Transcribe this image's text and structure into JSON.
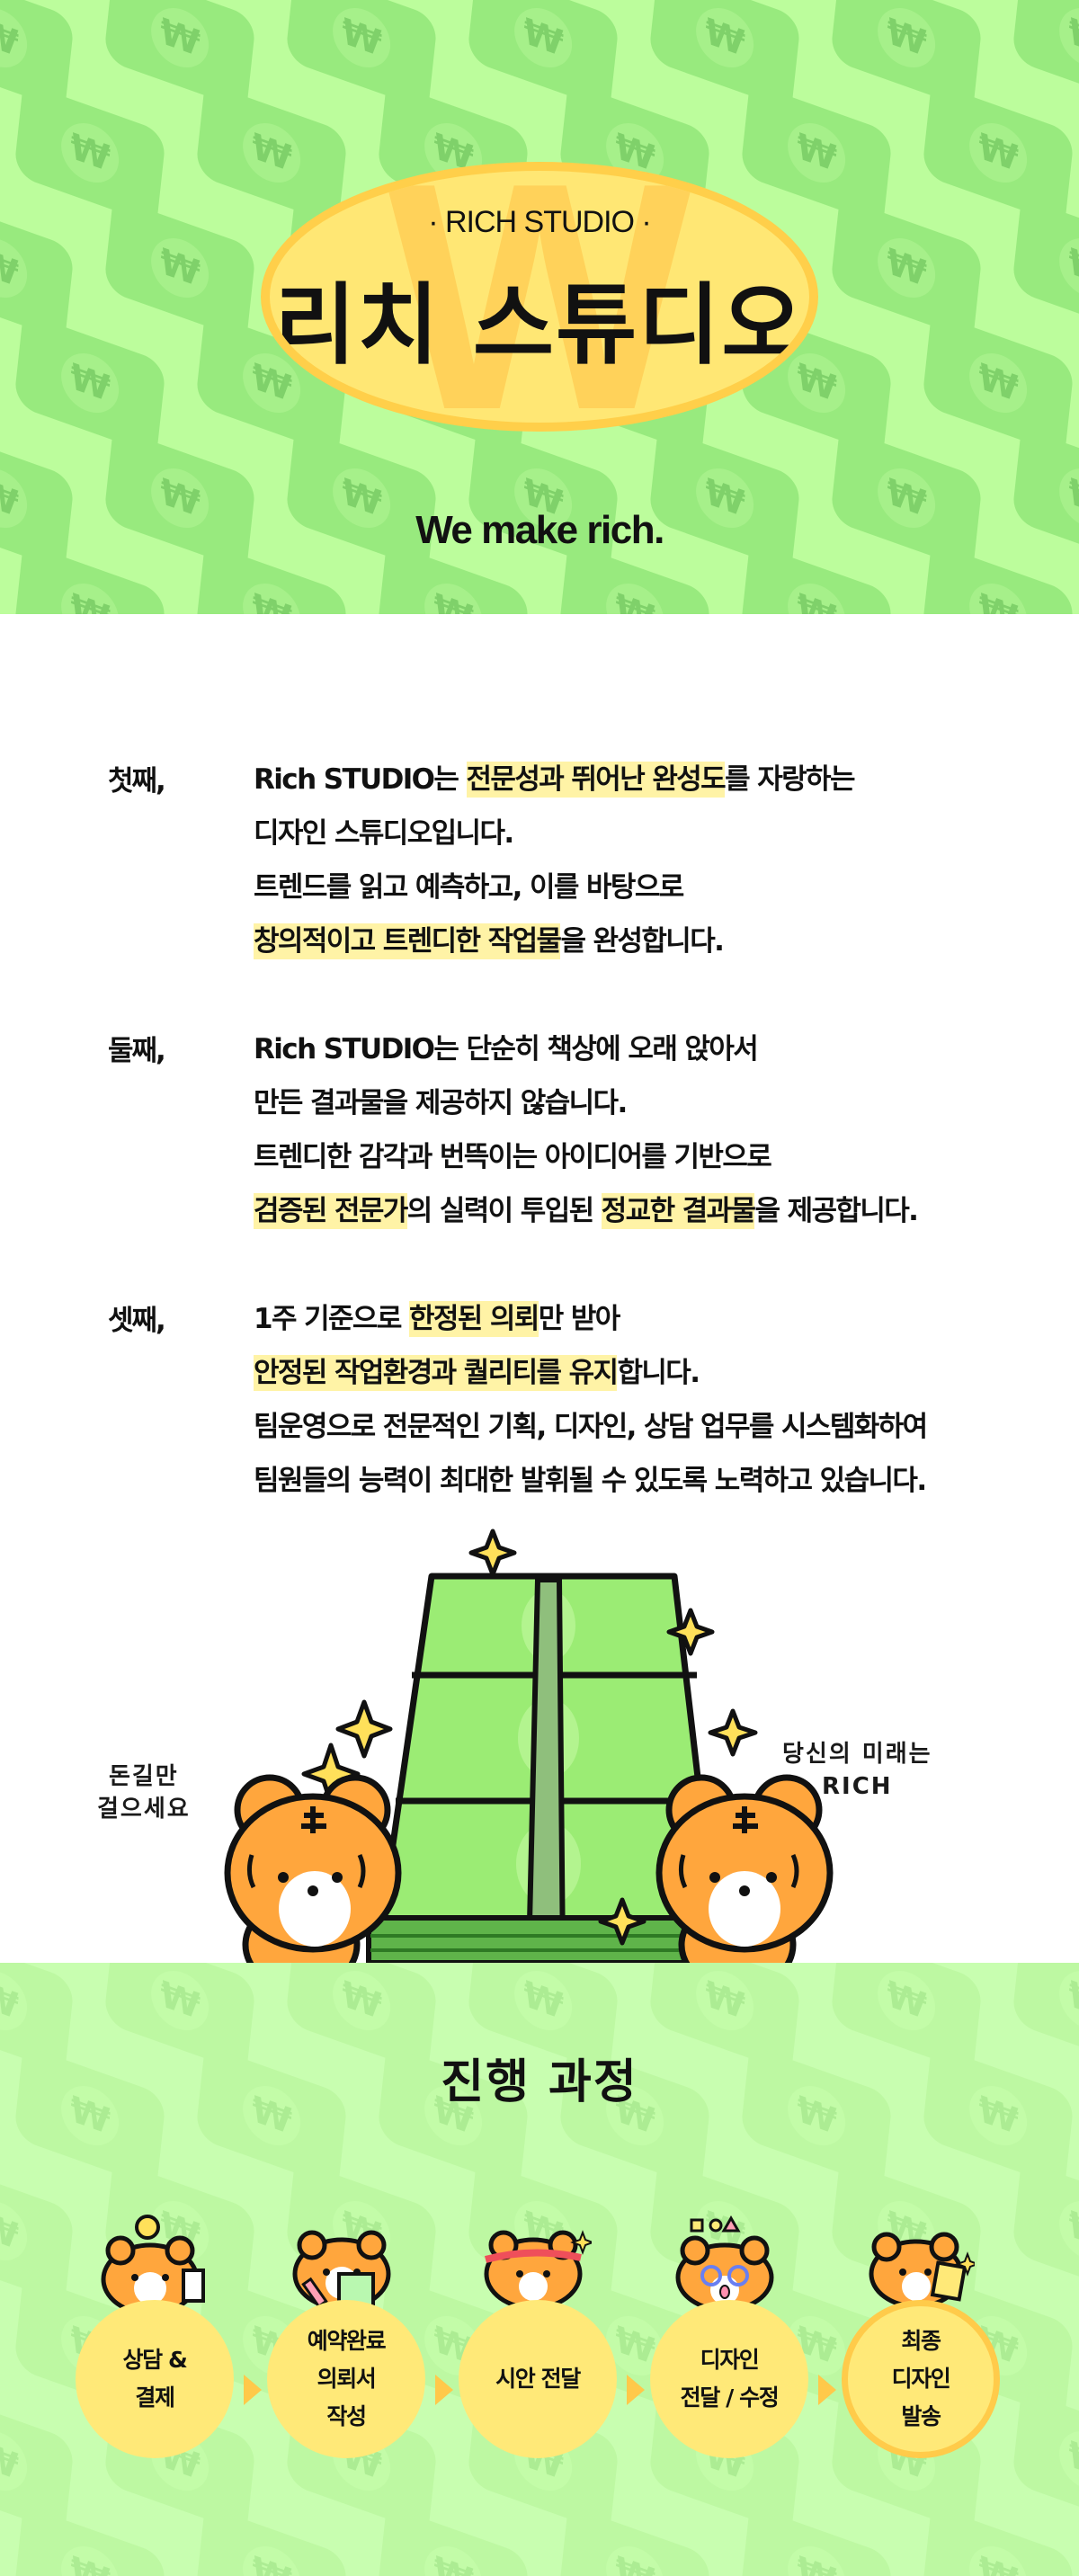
{
  "hero": {
    "brand_sub": "· RICH STUDIO ·",
    "brand_title": "리치 스튜디오",
    "watermark_glyph": "W",
    "tagline": "We make rich.",
    "bill_glyph": "₩",
    "colors": {
      "background": "#bcfd9c",
      "bill": "#98ea7e",
      "oval": "#ffe774",
      "oval_border": "#ffcf4a"
    }
  },
  "intro": {
    "points": [
      {
        "label": "첫째,",
        "lines": [
          [
            {
              "t": "Rich STUDIO는 "
            },
            {
              "t": "전문성과 뛰어난 완성도",
              "hl": true
            },
            {
              "t": "를 자랑하는"
            }
          ],
          [
            {
              "t": "디자인 스튜디오입니다."
            }
          ],
          [
            {
              "t": "트렌드를 읽고 예측하고, 이를 바탕으로"
            }
          ],
          [
            {
              "t": "창의적이고 트렌디한 작업물",
              "hl": true
            },
            {
              "t": "을 완성합니다."
            }
          ]
        ]
      },
      {
        "label": "둘째,",
        "lines": [
          [
            {
              "t": "Rich STUDIO는 단순히 책상에 오래 앉아서"
            }
          ],
          [
            {
              "t": "만든 결과물을 제공하지 않습니다."
            }
          ],
          [
            {
              "t": "트렌디한 감각과 번뜩이는 아이디어를 기반으로"
            }
          ],
          [
            {
              "t": "검증된 전문가",
              "hl": true
            },
            {
              "t": "의 실력이 투입된 "
            },
            {
              "t": "정교한 결과물",
              "hl": true
            },
            {
              "t": "을 제공합니다."
            }
          ]
        ]
      },
      {
        "label": "셋째,",
        "lines": [
          [
            {
              "t": "1주 기준으로 "
            },
            {
              "t": "한정된 의뢰",
              "hl": true
            },
            {
              "t": "만 받아"
            }
          ],
          [
            {
              "t": "안정된 작업환경과 퀄리티를 유지",
              "hl": true
            },
            {
              "t": "합니다."
            }
          ],
          [
            {
              "t": "팀운영으로 전문적인 기획, 디자인, 상담 업무를 시스템화하여"
            }
          ],
          [
            {
              "t": "팀원들의 능력이 최대한 발휘될 수 있도록 노력하고 있습니다."
            }
          ]
        ]
      }
    ],
    "highlight_color": "#fff3a6",
    "illustration": {
      "note_left": [
        "돈길만",
        "걸으세요"
      ],
      "note_right": [
        "당신의 미래는",
        "RICH"
      ]
    }
  },
  "process": {
    "title": "진행 과정",
    "background": "#c8feb0",
    "steps": [
      {
        "lines": [
          "상담 &",
          "결제"
        ],
        "prop": "coin-clipboard"
      },
      {
        "lines": [
          "예약완료",
          "의뢰서",
          "작성"
        ],
        "prop": "pencil-paper"
      },
      {
        "lines": [
          "시안 전달"
        ],
        "prop": "headband-pencil"
      },
      {
        "lines": [
          "디자인",
          "전달 / 수정"
        ],
        "prop": "glasses-shapes"
      },
      {
        "lines": [
          "최종",
          "디자인",
          "발송"
        ],
        "prop": "envelope-sparkle",
        "final": true
      }
    ]
  }
}
